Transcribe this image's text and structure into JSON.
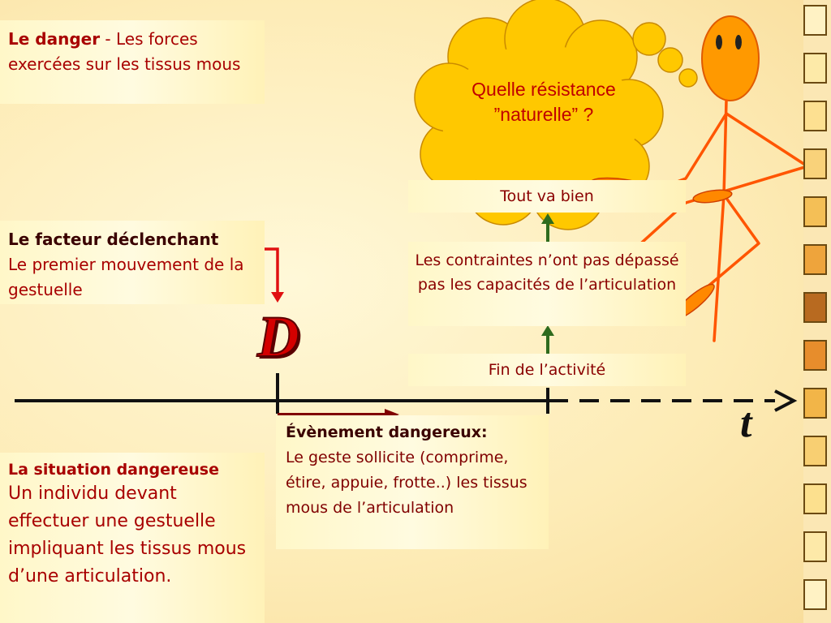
{
  "danger": {
    "title": "Le danger",
    "text": " - Les forces exercées sur les tissus mous"
  },
  "trigger": {
    "title": "Le facteur déclenchant",
    "text": "Le premier mouvement de la gestuelle"
  },
  "situation": {
    "title": "La situation dangereuse",
    "text": "Un individu devant effectuer une gestuelle impliquant les tissus mous d’une articulation."
  },
  "event": {
    "title": "Évènement dangereux:",
    "text": "Le geste sollicite (comprime, étire, appuie, frotte..) les tissus mous de l’articulation"
  },
  "stack": {
    "ok": "Tout va bien",
    "constraints": "Les contraintes n’ont pas dépassé pas les capacités de l’articulation",
    "end": "Fin de l’activité"
  },
  "cloud": {
    "question": "Quelle résistance ”naturelle” ?"
  },
  "markers": {
    "d": "D",
    "t": "t"
  },
  "colors": {
    "accent_red": "#c00000",
    "cloud_fill": "#ffc800",
    "figure_orange": "#ff8800",
    "arrow_green": "#2e6b1e",
    "timeline": "#111111"
  },
  "side_squares": [
    {
      "fill": "#fff2c4"
    },
    {
      "fill": "#fdeaa8"
    },
    {
      "fill": "#fde091"
    },
    {
      "fill": "#f9d27a"
    },
    {
      "fill": "#f4bf56"
    },
    {
      "fill": "#eea43c"
    },
    {
      "fill": "#b86a20"
    },
    {
      "fill": "#e78d2c"
    },
    {
      "fill": "#f2b548"
    },
    {
      "fill": "#f8cf72"
    },
    {
      "fill": "#fce08e"
    },
    {
      "fill": "#fde9a8"
    },
    {
      "fill": "#fff2c4"
    }
  ]
}
